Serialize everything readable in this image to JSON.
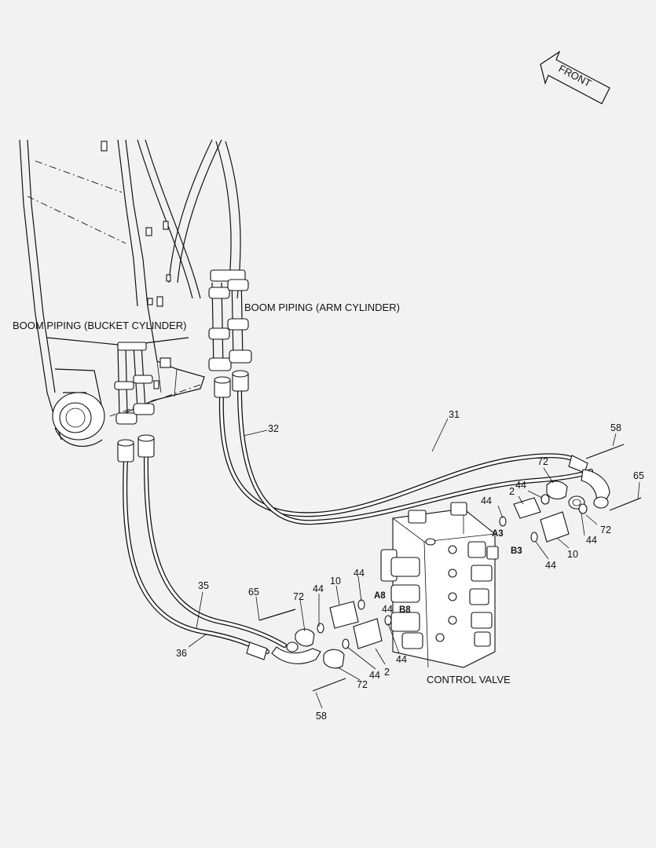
{
  "labels": {
    "front": "FRONT",
    "boom_bucket": "BOOM PIPING (BUCKET CYLINDER)",
    "boom_arm": "BOOM PIPING (ARM CYLINDER)",
    "control_valve": "CONTROL VALVE"
  },
  "ports": {
    "a3": "A3",
    "b3": "B3",
    "a8": "A8",
    "b8": "B8"
  },
  "callouts": {
    "c31": "31",
    "c32": "32",
    "c35": "35",
    "c36": "36",
    "c58_top": "58",
    "c65_top": "65",
    "c72_top": "72",
    "c44_a": "44",
    "c44_b": "44",
    "c2_top": "2",
    "c44_c": "44",
    "c72_r": "72",
    "c44_d": "44",
    "c10_top": "10",
    "c44_e": "44",
    "c65_low": "65",
    "c72_low": "72",
    "c44_f": "44",
    "c10_low": "10",
    "c44_g": "44",
    "c44_h": "44",
    "c2_low": "2",
    "c44_i": "44",
    "c72_b": "72",
    "c58_low": "58"
  },
  "colors": {
    "background": "#f2f2f2",
    "line": "#111111"
  }
}
